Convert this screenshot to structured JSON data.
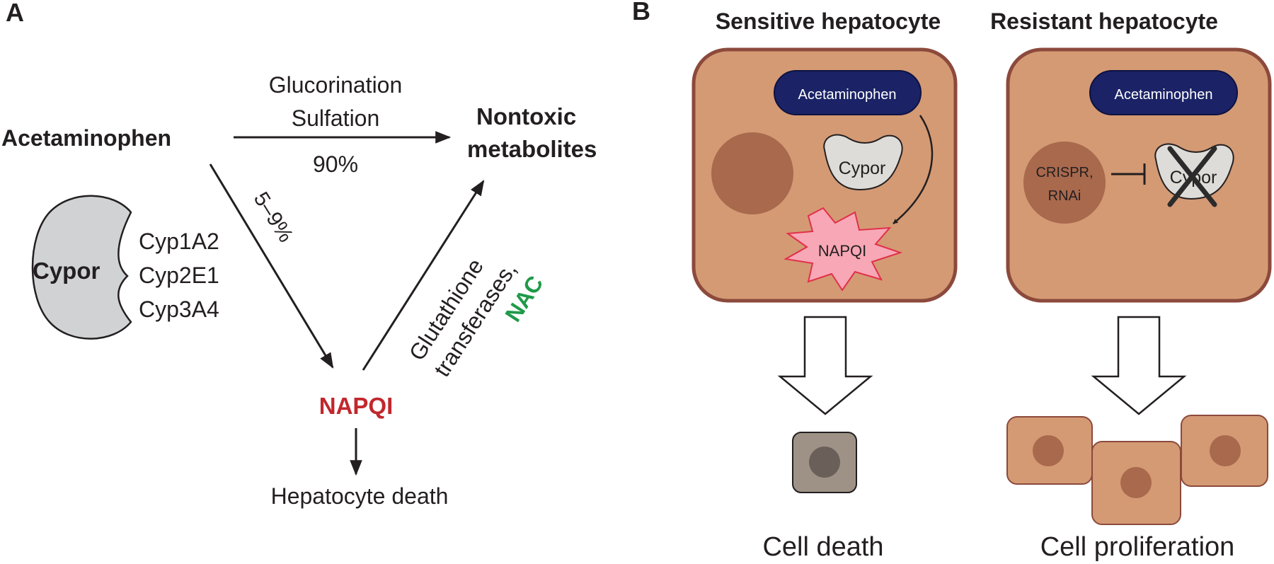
{
  "panel_a": {
    "label": "A",
    "source": "Acetaminophen",
    "top_pathway": {
      "line1": "Glucorination",
      "line2": "Sulfation",
      "percent": "90%"
    },
    "target": {
      "line1": "Nontoxic",
      "line2": "metabolites"
    },
    "diagonal_percent": "5–9%",
    "enzyme_group": {
      "name": "Cypor",
      "isoforms": [
        "Cyp1A2",
        "Cyp2E1",
        "Cyp3A4"
      ]
    },
    "detox": {
      "line1": "Glutathione",
      "line2": "transferases,",
      "line3": "NAC"
    },
    "toxic_metabolite": "NAPQI",
    "outcome": "Hepatocyte death",
    "colors": {
      "napqi": "#c1272d",
      "nac": "#1f9a48",
      "cypor_fill": "#d1d2d4",
      "text": "#231f20"
    }
  },
  "panel_b": {
    "label": "B",
    "sensitive": {
      "title": "Sensitive hepatocyte",
      "drug": "Acetaminophen",
      "enzyme": "Cypor",
      "metabolite": "NAPQI",
      "outcome": "Cell death"
    },
    "resistant": {
      "title": "Resistant hepatocyte",
      "drug": "Acetaminophen",
      "inhibitor_line1": "CRISPR,",
      "inhibitor_line2": "RNAi",
      "enzyme": "Cypor",
      "outcome": "Cell proliferation"
    },
    "colors": {
      "cell_fill": "#d49a74",
      "cell_border": "#8c4a3c",
      "pill_fill": "#1b2366",
      "nucleus": "#a9694d",
      "napqi_fill": "#f7a7b5",
      "dead_cell": "#9e9286"
    }
  }
}
